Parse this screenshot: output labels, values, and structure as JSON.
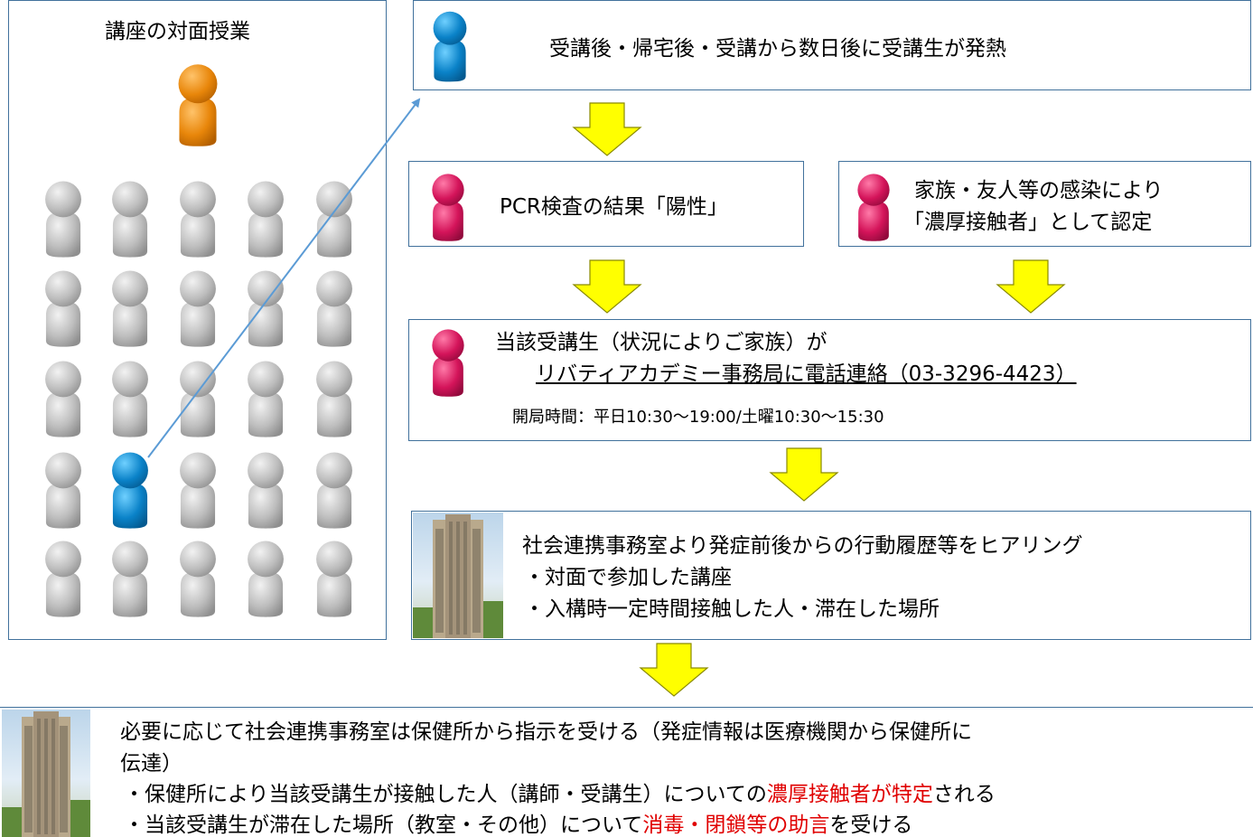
{
  "classroom": {
    "title": "講座の対面授業"
  },
  "step_fever": {
    "text": "受講後・帰宅後・受講から数日後に受講生が発熱"
  },
  "step_pcr": {
    "text": "PCR検査の結果「陽性」"
  },
  "step_contact": {
    "line1": "家族・友人等の感染により",
    "line2": "「濃厚接触者」として認定"
  },
  "step_call": {
    "line1": "当該受講生（状況によりご家族）が",
    "line2": "リバティアカデミー事務局に電話連絡（03-3296-4423）",
    "hours": "開局時間：平日10:30～19:00/土曜10:30～15:30"
  },
  "step_hearing": {
    "line1": "社会連携事務室より発症前後からの行動履歴等をヒアリング",
    "line2": "・対面で参加した講座",
    "line3": "・入構時一定時間接触した人・滞在した場所"
  },
  "step_health": {
    "line1": "必要に応じて社会連携事務室は保健所から指示を受ける（発症情報は医療機関から保健所に",
    "line2": "伝達）",
    "line3_pre": "・保健所により当該受講生が接触した人（講師・受講生）についての",
    "line3_red": "濃厚接触者が特定",
    "line3_post": "される",
    "line4_pre": "・当該受講生が滞在した場所（教室・その他）について",
    "line4_red": "消毒・閉鎖等の助言",
    "line4_post": "を受ける"
  },
  "colors": {
    "border": "#41719c",
    "arrow_fill": "#ffff00",
    "arrow_stroke": "#8a8a00",
    "person_orange": "#e8860a",
    "person_blue": "#0a82c8",
    "person_magenta": "#d4145a",
    "person_gray": "#b8b8b8",
    "highlight_red": "#e00000"
  },
  "icons": {
    "instructor": "person-orange-icon",
    "student": "person-gray-icon",
    "infected_student": "person-blue-icon",
    "positive_case": "person-magenta-icon",
    "arrow": "down-arrow-icon",
    "building": "building-photo"
  }
}
